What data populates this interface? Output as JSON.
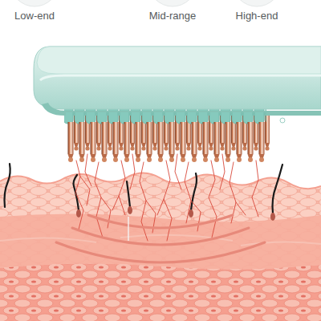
{
  "diagram": {
    "labels": [
      "Low-end",
      "Mid-range",
      "High-end"
    ]
  }
}
